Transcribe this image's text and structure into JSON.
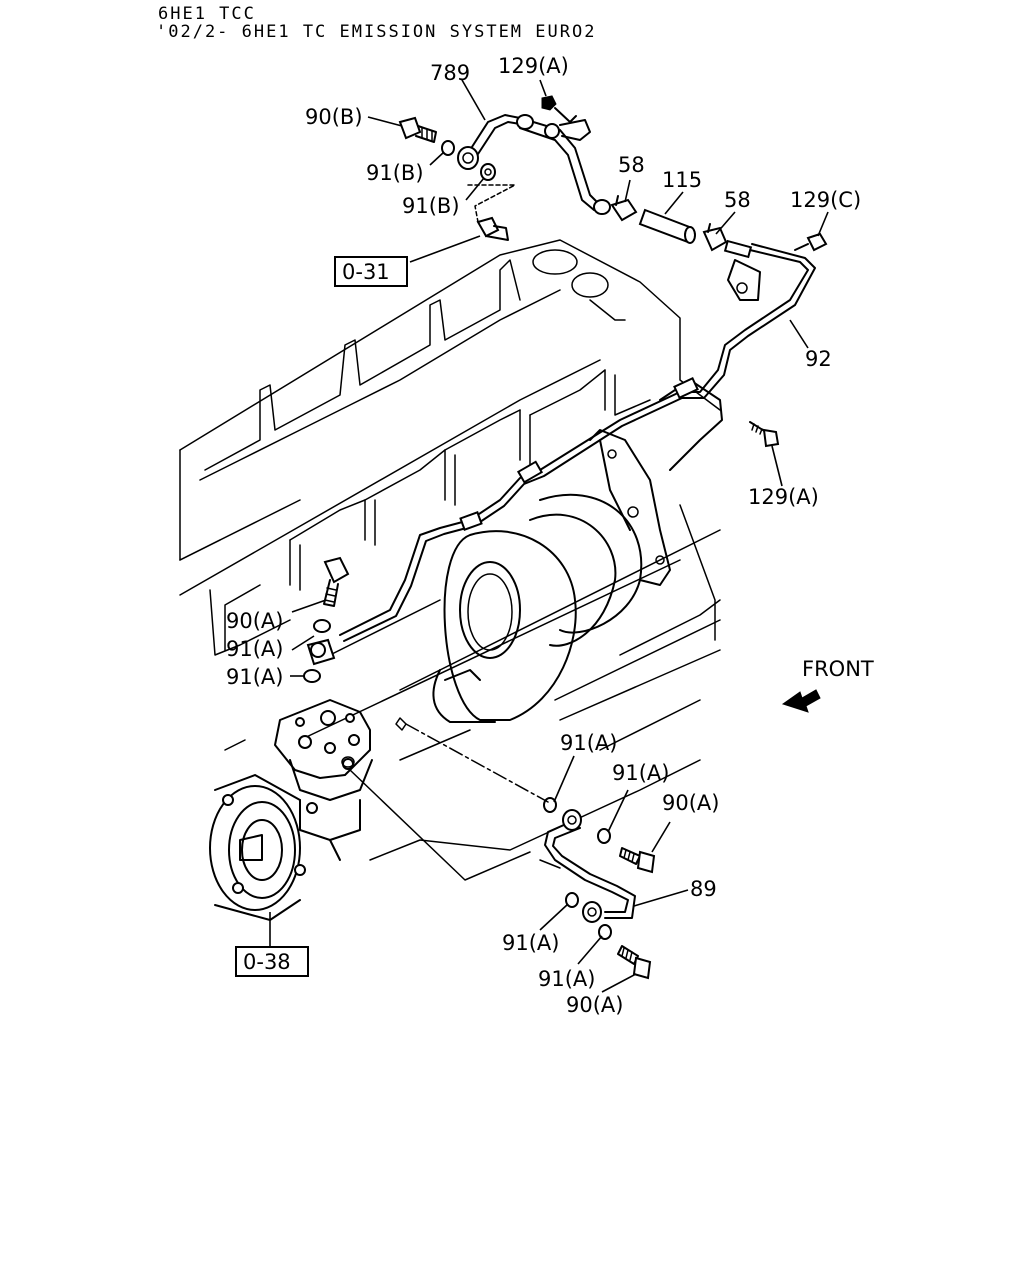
{
  "header": {
    "line1": "6HE1 TCC",
    "line2": "'02/2- 6HE1 TC EMISSION SYSTEM EURO2"
  },
  "labels": {
    "p789": "789",
    "p129a_top": "129(A)",
    "p90b": "90(B)",
    "p91b_1": "91(B)",
    "p91b_2": "91(B)",
    "p58_1": "58",
    "p115": "115",
    "p58_2": "58",
    "p129c": "129(C)",
    "ref031": "0-31",
    "p92": "92",
    "p129a_mid": "129(A)",
    "p90a_left": "90(A)",
    "p91a_l1": "91(A)",
    "p91a_l2": "91(A)",
    "front": "FRONT",
    "p91a_r1": "91(A)",
    "p91a_r2": "91(A)",
    "p90a_r1": "90(A)",
    "p89": "89",
    "p91a_r3": "91(A)",
    "p91a_r4": "91(A)",
    "p90a_r2": "90(A)",
    "ref038": "0-38"
  },
  "icons": {
    "front_arrow": "front-arrow-icon"
  }
}
